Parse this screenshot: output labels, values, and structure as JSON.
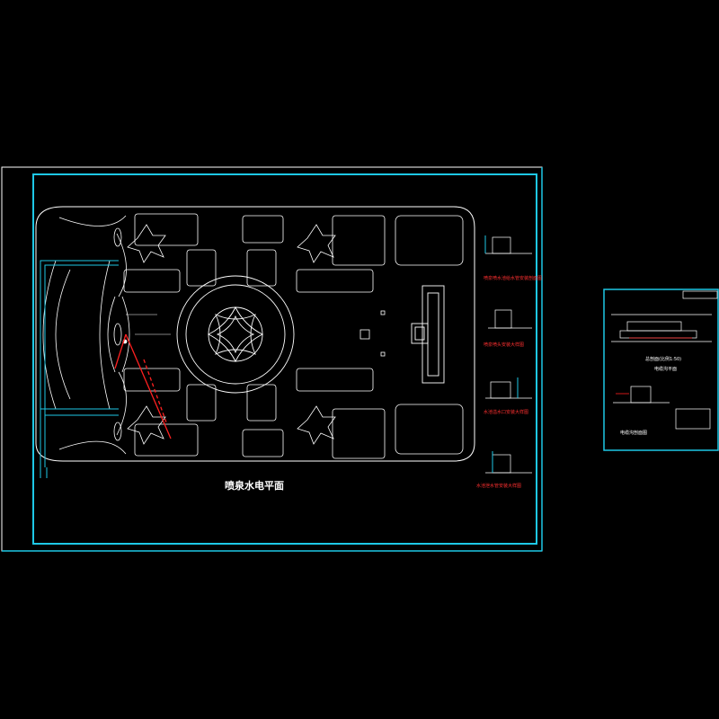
{
  "drawing": {
    "main_title": "喷泉水电平面",
    "detail_captions": [
      "喷泉喷水池给水管安装剖面图",
      "喷泉喷头安装大样图",
      "水池溢水口安装大样图",
      "水池泄水管安装大样图"
    ],
    "side_sheet": {
      "section_title": "总剖面(比例1:50)",
      "plan_title": "电缆沟平面",
      "section2_title": "电缆沟剖面图"
    }
  },
  "colors": {
    "frame": "#1ec8e6",
    "linework": "#ffffff",
    "highlight": "#ff2020",
    "background": "#000000"
  }
}
